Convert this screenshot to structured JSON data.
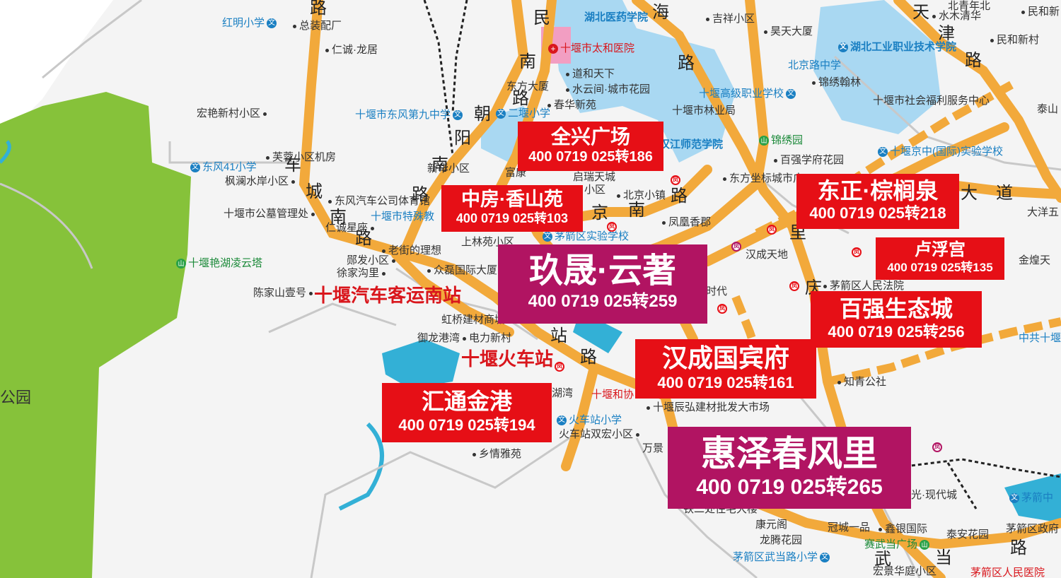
{
  "roads": {
    "lu_top": "路",
    "min": "民",
    "nan1": "南",
    "lu1": "路",
    "chao": "朝",
    "yang": "阳",
    "nan2": "南",
    "lu2": "路",
    "che": "车",
    "cheng": "城",
    "nan3": "南",
    "lu3": "路",
    "hai": "海",
    "lu4": "路",
    "jing": "京",
    "nan4": "南",
    "lu5": "路",
    "tian": "天",
    "jin": "津",
    "lu6": "路",
    "da": "大",
    "dao": "道",
    "qing": "庆",
    "li": "里",
    "zhan": "站",
    "lu7": "路",
    "wu": "武",
    "dang": "当",
    "lu8": "路"
  },
  "places": {
    "p1": "红明小学",
    "p2": "总装配厂",
    "p3": "仁诚·龙居",
    "p4": "宏艳新村小区",
    "p5": "芙蓉小区机房",
    "p6": "东风41小学",
    "p7": "枫澜水岸小区",
    "p8": "十堰市公墓管理处",
    "p9": "仁诚星座",
    "p10": "十堰艳湖凌云塔",
    "p11": "东风汽车公司体育馆",
    "p12": "十堰市特殊教",
    "p13": "郧发小区",
    "p14": "徐家沟里",
    "p15": "老街的理想",
    "p16": "众磊国际大厦",
    "p17": "陈家山壹号",
    "p18": "虹桥建材商城",
    "p19": "御龙港湾",
    "p20": "电力新村",
    "p21": "湖湾",
    "p22": "火车站小学",
    "p23": "火车站双宏小区",
    "p24": "乡情雅苑",
    "p25": "十堰和协",
    "p26": "万景",
    "p27": "十堰辰弘建材批发大市场",
    "p28": "湖北医药学院",
    "p29": "十堰市太和医院",
    "p30": "道和天下",
    "p31": "东方大厦",
    "p32": "水云间·城市花园",
    "p33": "春华新苑",
    "p34": "十堰市东风第九中学",
    "p35": "二堰小学",
    "p36": "新华小区",
    "p37": "富康",
    "p38": "启瑞天城",
    "p39": "小区",
    "p40": "北京小镇",
    "p41": "上林苑小区",
    "p42": "茅箭区实验学校",
    "p43": "凤凰香郡",
    "p44": "吉祥小区",
    "p45": "昊天大厦",
    "p46": "北京路中学",
    "p47": "锦绣翰林",
    "p48": "十堰高级职业学校",
    "p49": "十堰市林业局",
    "p50": "汉江师范学院",
    "p51": "锦绣园",
    "p52": "百强学府花园",
    "p53": "东方坐标城市广",
    "p54": "汉成天地",
    "p55": "时代",
    "p56": "湖北工业职业技术学院",
    "p57": "十堰市社会福利服务中心",
    "p58": "水木清华",
    "p59": "民和新",
    "p60": "民和新村",
    "p61": "十堰京中(国际)实验学校",
    "p62": "大洋五",
    "p63": "金煌天",
    "p64": "茅箭区人民法院",
    "p65": "中共十堰",
    "p66": "知青公社",
    "p67": "光·现代城",
    "p68": "康元阁",
    "p69": "龙腾花园",
    "p70": "冠城一品",
    "p71": "鑫银国际",
    "p72": "泰安花园",
    "p73": "赛武当广场",
    "p74": "茅箭区武当路小学",
    "p75": "茅箭区政府",
    "p76": "茅箭中",
    "p77": "茅箭区人民医院",
    "p78": "宏景华庭小区",
    "p79": "公园",
    "p80": "泰山",
    "p81": "北青年北",
    "p82": "铁二处住宅大楼"
  },
  "transit": {
    "bus_station": "十堰汽车客运南站",
    "train_station": "十堰火车站"
  },
  "listings": [
    {
      "name": "全兴广场",
      "phone": "400 0719 025转186"
    },
    {
      "name": "中房·香山苑",
      "phone": "400 0719 025转103"
    },
    {
      "name": "玖晟·云著",
      "phone": "400 0719 025转259"
    },
    {
      "name": "东正·棕榈泉",
      "phone": "400 0719 025转218"
    },
    {
      "name": "卢浮宫",
      "phone": "400 0719 025转135"
    },
    {
      "name": "百强生态城",
      "phone": "400 0719 025转256"
    },
    {
      "name": "汉成国宾府",
      "phone": "400 0719 025转161"
    },
    {
      "name": "汇通金港",
      "phone": "400 0719 025转194"
    },
    {
      "name": "惠泽春风里",
      "phone": "400 0719 025转265"
    }
  ],
  "icons": {
    "school": "文",
    "hospital": "+",
    "park": "山",
    "pin": "凤",
    "bus": "☐",
    "train": "⊕"
  },
  "colors": {
    "road": "#f2a93b",
    "water": "#a9d8f2",
    "park": "#86c23a",
    "red_box": "#e60f16",
    "magenta_box": "#b11462",
    "school": "#1a7fc2"
  }
}
